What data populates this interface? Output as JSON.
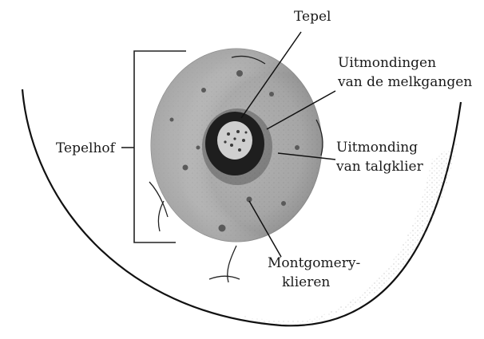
{
  "labels": {
    "tepel": "Tepel",
    "uitmondingen_line1": "Uitmondingen",
    "uitmondingen_line2": "van de melkgangen",
    "tepelhof": "Tepelhof",
    "uitmonding_line1": "Uitmonding",
    "uitmonding_line2": "van talgklier",
    "montgomery_line1": "Montgomery-",
    "montgomery_line2": "klieren"
  },
  "colors": {
    "areola": "#a8a8a8",
    "areola_edge": "#8a8a8a",
    "nipple": "#1e1e1e",
    "nipple_highlight": "#e8e8e8",
    "outline": "#111111",
    "shading": "#9a9a9a"
  }
}
